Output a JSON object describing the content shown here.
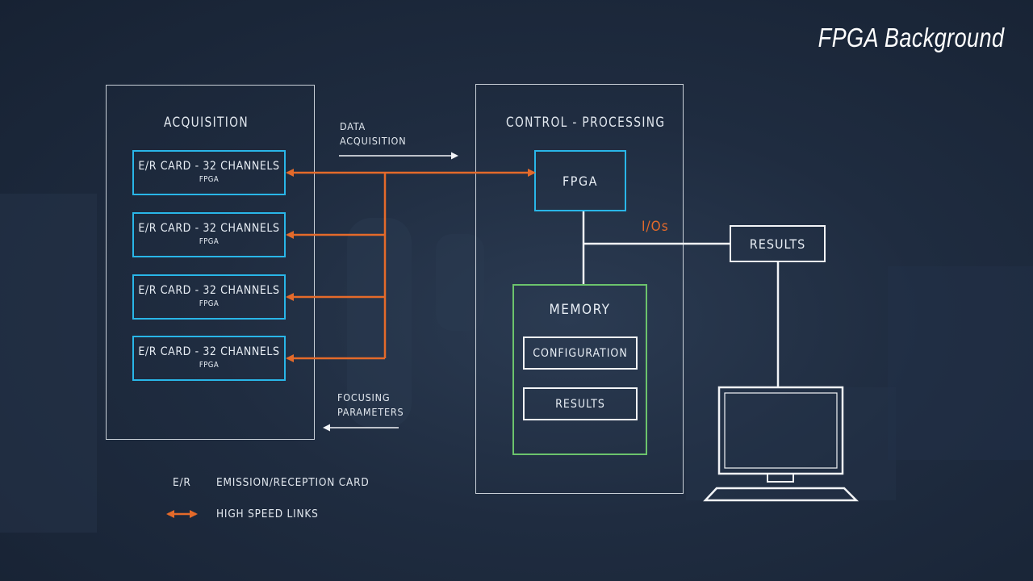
{
  "title": "FPGA Background",
  "acquisition": {
    "label": "ACQUISITION",
    "cards": [
      {
        "name": "E/R CARD - 32 CHANNELS",
        "sub": "FPGA"
      },
      {
        "name": "E/R CARD - 32 CHANNELS",
        "sub": "FPGA"
      },
      {
        "name": "E/R CARD - 32 CHANNELS",
        "sub": "FPGA"
      },
      {
        "name": "E/R CARD - 32 CHANNELS",
        "sub": "FPGA"
      }
    ]
  },
  "data_acquisition": {
    "line1": "DATA",
    "line2": "ACQUISITION"
  },
  "focusing_parameters": {
    "line1": "FOCUSING",
    "line2": "PARAMETERS"
  },
  "control": {
    "label": "CONTROL - PROCESSING",
    "fpga": "FPGA",
    "ios": "I/Os",
    "memory": {
      "label": "MEMORY",
      "configuration": "CONFIGURATION",
      "results": "RESULTS"
    }
  },
  "results_box": "RESULTS",
  "legend": {
    "er_abbrev": "E/R",
    "er_desc": "EMISSION/RECEPTION CARD",
    "links_desc": "HIGH SPEED LINKS"
  },
  "colors": {
    "card_border": "#29b6e8",
    "memory_border": "#6cc36c",
    "link_orange": "#e46a2a",
    "panel_border": "#c9d0d8"
  }
}
